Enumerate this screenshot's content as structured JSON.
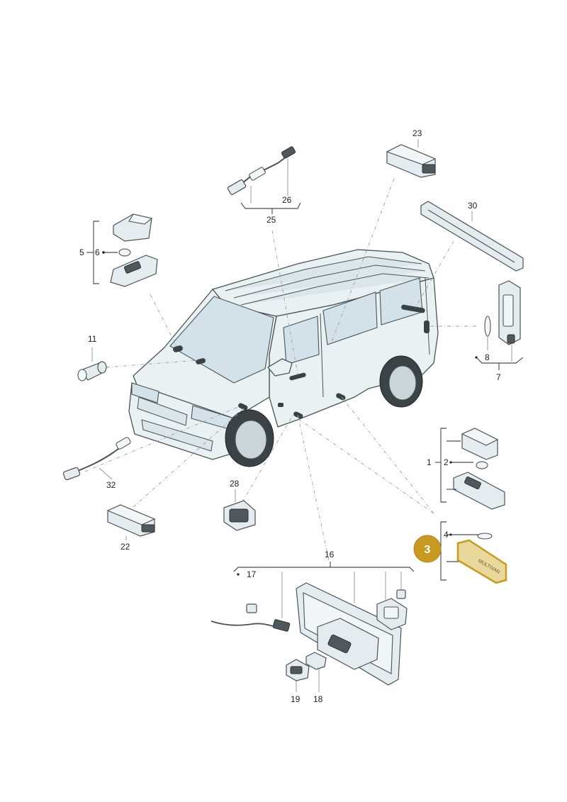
{
  "diagram": {
    "highlight_color": "#c89a22",
    "highlight_callout": "3",
    "callouts": {
      "c1": "1",
      "c2": "2",
      "c3": "3",
      "c4": "4",
      "c5": "5",
      "c6": "6",
      "c7": "7",
      "c8": "8",
      "c11": "11",
      "c16": "16",
      "c17": "17",
      "c18": "18",
      "c19": "19",
      "c22": "22",
      "c23": "23",
      "c25": "25",
      "c26": "26",
      "c28": "28",
      "c30": "30",
      "c32": "32"
    },
    "badge_text": "MULTIVAN"
  }
}
